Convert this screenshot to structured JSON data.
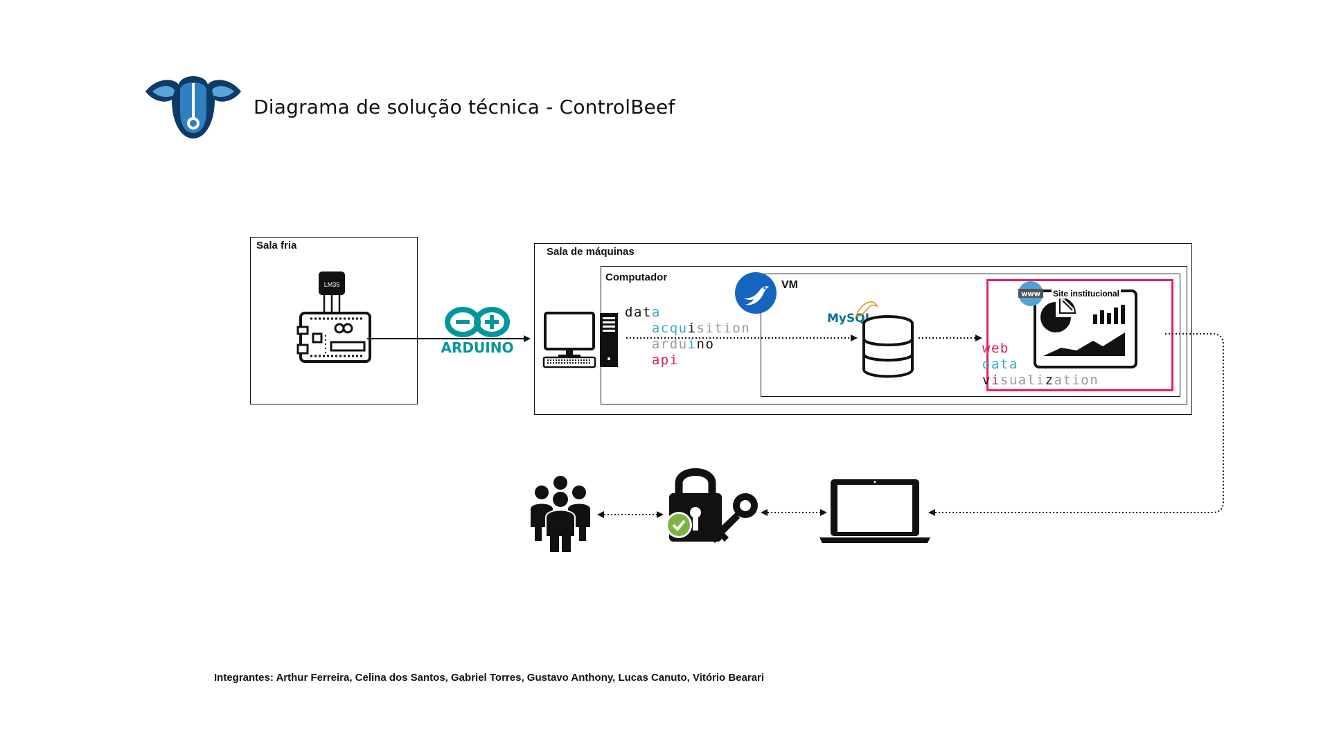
{
  "header": {
    "title": "Diagrama de solução técnica - ControlBeef"
  },
  "zones": {
    "sala_fria": "Sala fria",
    "sala_maquinas": "Sala de máquinas",
    "computador": "Computador",
    "vm": "VM",
    "site": "Site institucional"
  },
  "components": {
    "sensor_label": "LM35",
    "arduino_label": "ARDUINO",
    "mysql_label": "MySQL",
    "www_label": "www"
  },
  "api_text": {
    "line1a": "dat",
    "line1b": "a",
    "line2a": "acqu",
    "line2b": "i",
    "line2c": "sition",
    "line3a": "ardu",
    "line3b": "i",
    "line3c": "no",
    "line4": "api"
  },
  "web_text": {
    "line1": "web",
    "line2": "data",
    "line3a": "v",
    "line3b": "i",
    "line3c": "suali",
    "line3d": "z",
    "line3e": "ation"
  },
  "footer": {
    "members": "Integrantes: Arthur Ferreira, Celina dos Santos, Gabriel Torres, Gustavo Anthony, Lucas Canuto, Vitório Bearari"
  },
  "colors": {
    "brand_navy": "#0d3a66",
    "arduino_teal": "#00979c",
    "vm_blue": "#1565c0",
    "web_pink": "#e91e63",
    "auth_green": "#7cb342"
  }
}
